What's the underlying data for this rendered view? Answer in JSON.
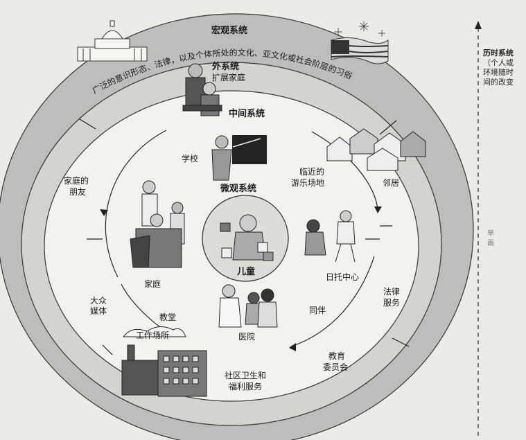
{
  "diagram": {
    "levels": {
      "macro": "宏观系统",
      "macro_desc": "广泛的意识形态、法律，以及个体所处的文化、亚文化或社会阶层的习俗",
      "exo": "外系统",
      "exo_sub": "扩展家庭",
      "meso": "中间系统",
      "micro": "微观系统",
      "child": "儿童"
    },
    "settings": {
      "school": "学校",
      "family_friends": [
        "家庭的",
        "朋友"
      ],
      "playground": [
        "临近的",
        "游乐场地"
      ],
      "neighbors": "邻居",
      "family": "家庭",
      "daycare": "日托中心",
      "mass_media": [
        "大众",
        "媒体"
      ],
      "church": "教堂",
      "legal": [
        "法律",
        "服务"
      ],
      "peers": "同伴",
      "hospital": "医院",
      "workplace": "工作场所",
      "school_board": [
        "教育",
        "委员会"
      ],
      "community": [
        "社区卫生和",
        "福利服务"
      ]
    },
    "icons": [
      "capitol-building-icon",
      "flag-icon",
      "fireworks-icon",
      "grandparents-icon",
      "teacher-icon",
      "family-icon",
      "children-playing-icon",
      "doctor-icon",
      "factory-icon",
      "houses-icon",
      "toddler-blocks-icon"
    ]
  },
  "sidebar": {
    "title": "历时系统",
    "lines": [
      "（个人或",
      "环境随时",
      "间的改变"
    ]
  },
  "bleed": {
    "right_mark": "早",
    "right_mark2": "画"
  }
}
